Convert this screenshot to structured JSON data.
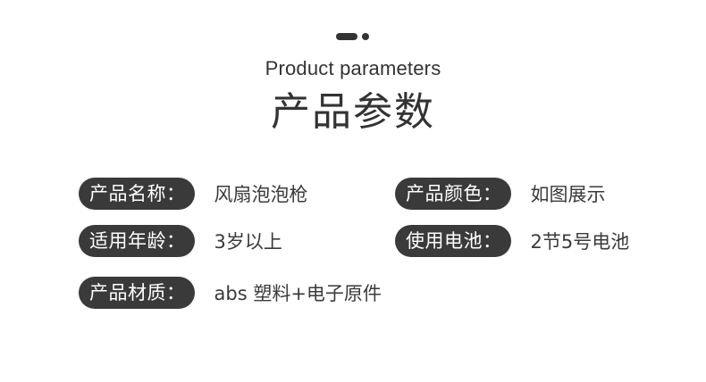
{
  "header": {
    "subtitle": "Product parameters",
    "title": "产品参数"
  },
  "params": [
    {
      "label": "产品名称：",
      "value": "风扇泡泡枪"
    },
    {
      "label": "产品颜色：",
      "value": "如图展示"
    },
    {
      "label": "适用年龄：",
      "value": "3岁以上"
    },
    {
      "label": "使用电池：",
      "value": "2节5号电池"
    },
    {
      "label": "产品材质：",
      "value": "abs 塑料+电子原件"
    }
  ],
  "colors": {
    "pill_background": "#3a3a3a",
    "pill_text": "#ffffff",
    "text": "#333333"
  }
}
